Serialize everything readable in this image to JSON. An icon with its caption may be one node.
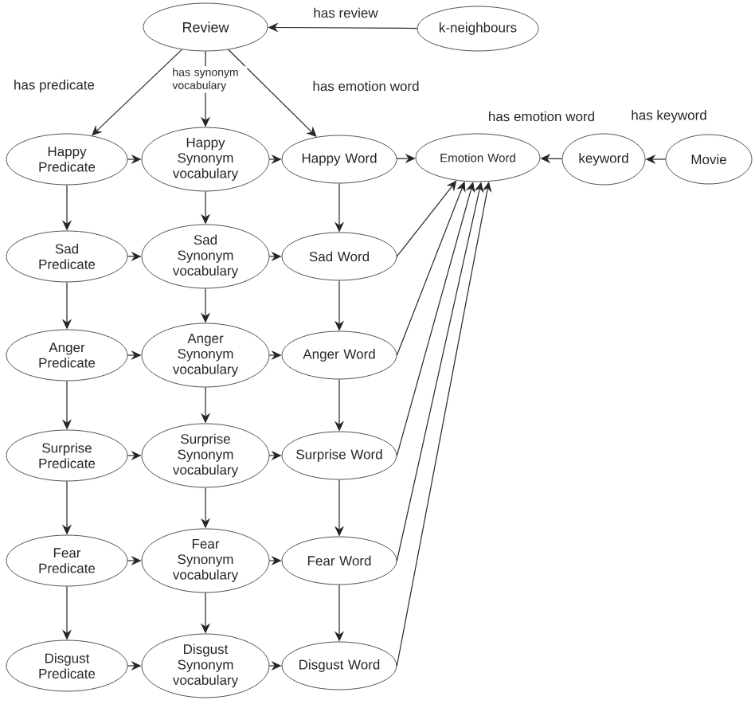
{
  "diagram": {
    "nodes": [
      {
        "text": [
          "Review"
        ]
      },
      {
        "text": [
          "k-neighbours"
        ]
      },
      {
        "text": [
          "Happy Predicate"
        ]
      },
      {
        "text": [
          "Happy Synonym vocabulary"
        ]
      },
      {
        "text": [
          "Happy Word"
        ]
      },
      {
        "text": [
          "Emotion Word"
        ]
      },
      {
        "text": [
          "keyword"
        ]
      },
      {
        "text": [
          "Movie"
        ]
      },
      {
        "text": [
          "Sad Predicate"
        ]
      },
      {
        "text": [
          "Sad Synonym vocabulary"
        ]
      },
      {
        "text": [
          "Sad Word"
        ]
      },
      {
        "text": [
          "Anger Predicate"
        ]
      },
      {
        "text": [
          "Anger Synonym vocabulary"
        ]
      },
      {
        "text": [
          "Anger Word"
        ]
      },
      {
        "text": [
          "Surprise Predicate"
        ]
      },
      {
        "text": [
          "Surprise Synonym vocabulary"
        ]
      },
      {
        "text": [
          "Surprise Word"
        ]
      },
      {
        "text": [
          "Fear Predicate"
        ]
      },
      {
        "text": [
          "Fear Synonym vocabulary"
        ]
      },
      {
        "text": [
          "Fear Word"
        ]
      },
      {
        "text": [
          "Disgust Predicate"
        ]
      },
      {
        "text": [
          "Disgust Synonym vocabulary"
        ]
      },
      {
        "text": [
          "Disgust Word"
        ]
      }
    ],
    "edges": [
      {
        "from": 1,
        "to": 0,
        "arrow": "to",
        "label": "has review"
      },
      {
        "from": 0,
        "to": 2,
        "arrow": "to",
        "label": "has predicate"
      },
      {
        "from": 0,
        "to": 3,
        "arrow": "to",
        "label": "has synonym vocabulary"
      },
      {
        "from": 0,
        "to": 4,
        "arrow": "to",
        "label": "has emotion word"
      },
      {
        "from": 4,
        "to": 5,
        "arrow": "to"
      },
      {
        "from": 6,
        "to": 5,
        "arrow": "to",
        "label": "has emotion word"
      },
      {
        "from": 7,
        "to": 6,
        "arrow": "to",
        "label": "has keyword"
      },
      {
        "from": 2,
        "to": 3,
        "arrow": "to"
      },
      {
        "from": 3,
        "to": 4,
        "arrow": "to"
      },
      {
        "from": 8,
        "to": 9,
        "arrow": "to"
      },
      {
        "from": 9,
        "to": 10,
        "arrow": "to"
      },
      {
        "from": 11,
        "to": 12,
        "arrow": "to"
      },
      {
        "from": 12,
        "to": 13,
        "arrow": "to"
      },
      {
        "from": 14,
        "to": 15,
        "arrow": "to"
      },
      {
        "from": 15,
        "to": 16,
        "arrow": "to"
      },
      {
        "from": 17,
        "to": 18,
        "arrow": "to"
      },
      {
        "from": 18,
        "to": 19,
        "arrow": "to"
      },
      {
        "from": 20,
        "to": 21,
        "arrow": "to"
      },
      {
        "from": 21,
        "to": 22,
        "arrow": "to"
      },
      {
        "from": 2,
        "to": 8,
        "arrow": "to"
      },
      {
        "from": 8,
        "to": 11,
        "arrow": "to"
      },
      {
        "from": 11,
        "to": 14,
        "arrow": "to"
      },
      {
        "from": 14,
        "to": 17,
        "arrow": "to"
      },
      {
        "from": 17,
        "to": 20,
        "arrow": "to"
      },
      {
        "from": 3,
        "to": 9,
        "arrow": "to"
      },
      {
        "from": 9,
        "to": 12,
        "arrow": "to"
      },
      {
        "from": 12,
        "to": 15,
        "arrow": "to"
      },
      {
        "from": 15,
        "to": 18,
        "arrow": "to"
      },
      {
        "from": 18,
        "to": 21,
        "arrow": "to"
      },
      {
        "from": 4,
        "to": 10,
        "arrow": "to"
      },
      {
        "from": 10,
        "to": 13,
        "arrow": "to"
      },
      {
        "from": 13,
        "to": 16,
        "arrow": "to"
      },
      {
        "from": 16,
        "to": 19,
        "arrow": "to"
      },
      {
        "from": 19,
        "to": 22,
        "arrow": "to"
      },
      {
        "from": 10,
        "to": 5,
        "arrow": "to"
      },
      {
        "from": 13,
        "to": 5,
        "arrow": "to"
      },
      {
        "from": 16,
        "to": 5,
        "arrow": "to"
      },
      {
        "from": 19,
        "to": 5,
        "arrow": "to"
      },
      {
        "from": 22,
        "to": 5,
        "arrow": "to"
      }
    ]
  }
}
